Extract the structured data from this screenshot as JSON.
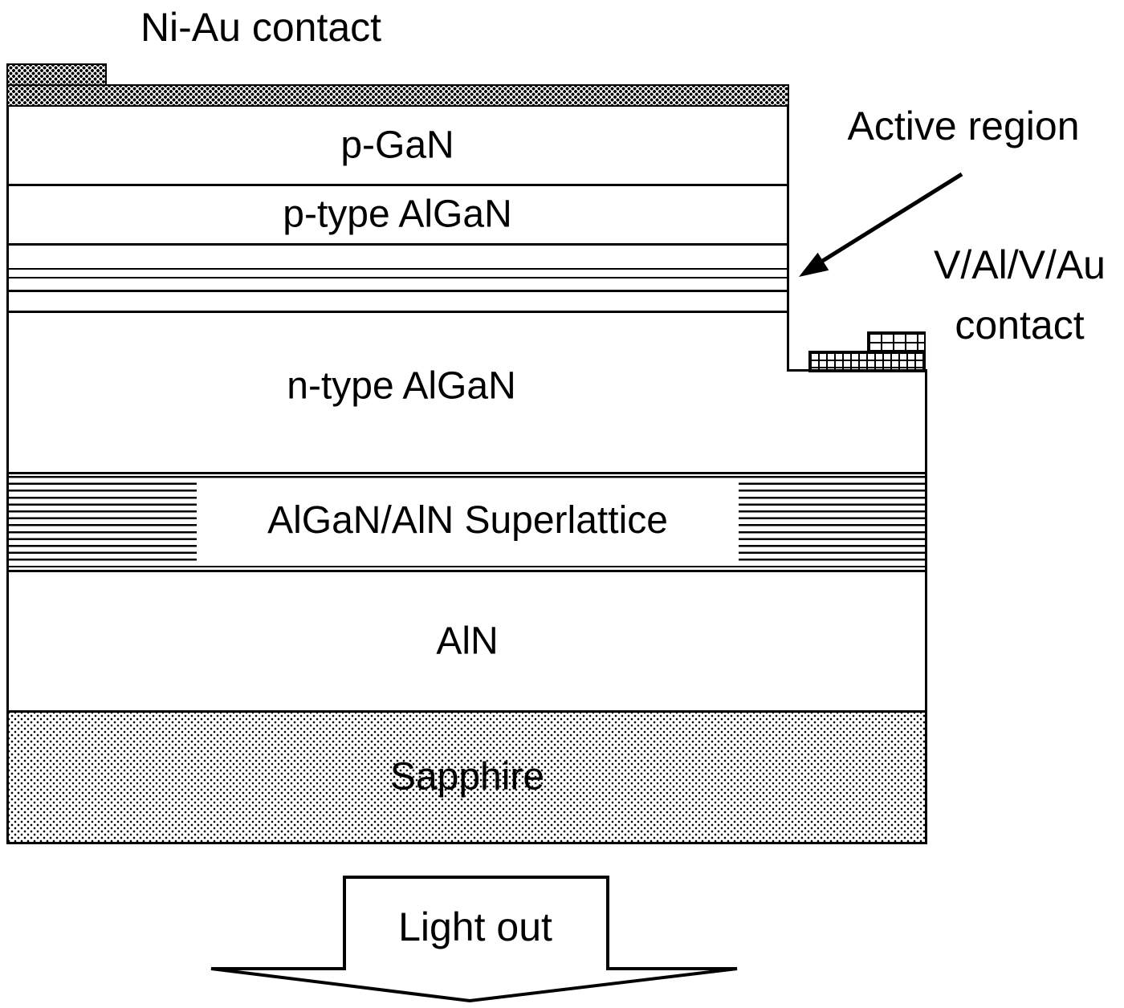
{
  "figure": {
    "type": "led-device-cross-section",
    "annotations": {
      "top_contact": "Ni-Au contact",
      "active_region": "Active region",
      "n_contact_line1": "V/Al/V/Au",
      "n_contact_line2": "contact",
      "light_out": "Light out"
    },
    "layers": {
      "p_gan": "p-GaN",
      "p_algan": "p-type AlGaN",
      "n_algan": "n-type AlGaN",
      "superlattice": "AlGaN/AlN Superlattice",
      "aln": "AlN",
      "sapphire": "Sapphire"
    },
    "colors": {
      "line": "#000000",
      "background": "#ffffff"
    }
  }
}
